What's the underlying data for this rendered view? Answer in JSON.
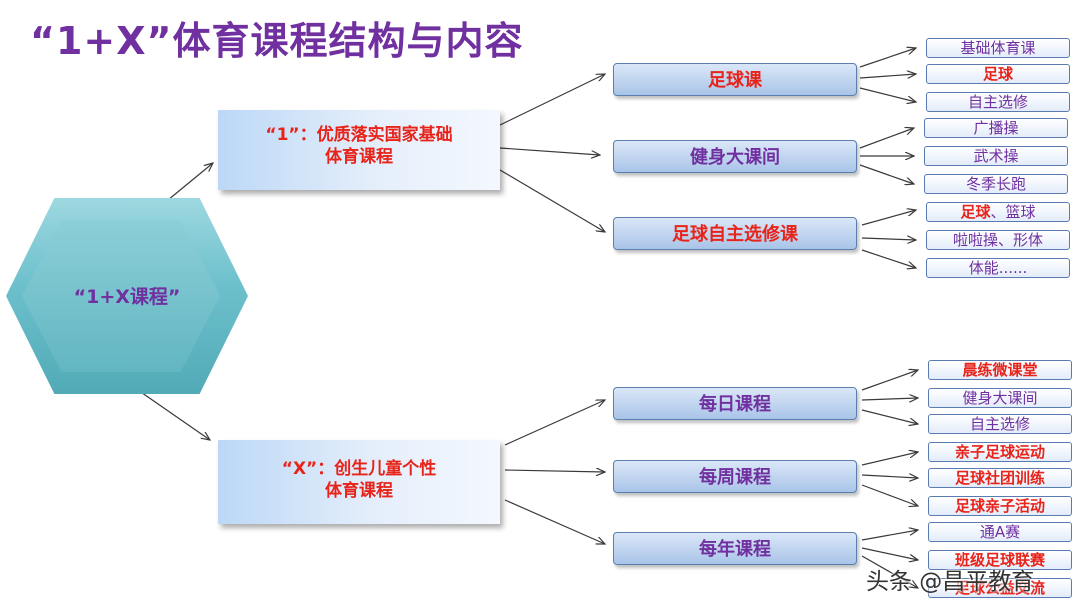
{
  "title": "“1+X”体育课程结构与内容",
  "hub": {
    "label": "“1+X课程”"
  },
  "branch_one": {
    "line1": "“1”：优质落实国家基础",
    "line2": "体育课程",
    "items": [
      {
        "label": "足球课",
        "color": "red",
        "leaves": [
          {
            "parts": [
              {
                "text": "基础体育课",
                "style": "purple"
              }
            ]
          },
          {
            "parts": [
              {
                "text": "足球",
                "style": "red"
              }
            ]
          },
          {
            "parts": [
              {
                "text": "自主选修",
                "style": "purple"
              }
            ]
          }
        ]
      },
      {
        "label": "健身大课间",
        "color": "purple",
        "leaves": [
          {
            "parts": [
              {
                "text": "广播操",
                "style": "purple"
              }
            ]
          },
          {
            "parts": [
              {
                "text": "武术操",
                "style": "purple"
              }
            ]
          },
          {
            "parts": [
              {
                "text": "冬季长跑",
                "style": "purple"
              }
            ]
          }
        ]
      },
      {
        "label": "足球自主选修课",
        "color": "red",
        "leaves": [
          {
            "parts": [
              {
                "text": "足球",
                "style": "red"
              },
              {
                "text": "、篮球",
                "style": "purple"
              }
            ]
          },
          {
            "parts": [
              {
                "text": "啦啦操、形体",
                "style": "purple"
              }
            ]
          },
          {
            "parts": [
              {
                "text": "体能......",
                "style": "purple"
              }
            ]
          }
        ]
      }
    ]
  },
  "branch_x": {
    "line1": "“X”：创生儿童个性",
    "line2": "体育课程",
    "items": [
      {
        "label": "每日课程",
        "color": "purple",
        "leaves": [
          {
            "parts": [
              {
                "text": "晨练微课堂",
                "style": "red"
              }
            ]
          },
          {
            "parts": [
              {
                "text": "健身大课间",
                "style": "purple"
              }
            ]
          },
          {
            "parts": [
              {
                "text": "自主选修",
                "style": "purple"
              }
            ]
          }
        ]
      },
      {
        "label": "每周课程",
        "color": "purple",
        "leaves": [
          {
            "parts": [
              {
                "text": "亲子足球运动",
                "style": "red"
              }
            ]
          },
          {
            "parts": [
              {
                "text": "足球社团训练",
                "style": "red"
              }
            ]
          },
          {
            "parts": [
              {
                "text": "足球亲子活动",
                "style": "red"
              }
            ]
          }
        ]
      },
      {
        "label": "每年课程",
        "color": "purple",
        "leaves": [
          {
            "parts": [
              {
                "text": "通A赛",
                "style": "purple"
              }
            ]
          },
          {
            "parts": [
              {
                "text": "班级足球联赛",
                "style": "red"
              }
            ]
          },
          {
            "parts": [
              {
                "text": "足球公益交流",
                "style": "red"
              }
            ]
          }
        ]
      }
    ]
  },
  "watermark": "头条 @昌平教育",
  "colors": {
    "title": "#7030a0",
    "purple_text": "#7030a0",
    "red_text": "#e8231a",
    "arrow": "#3a3a3a"
  }
}
